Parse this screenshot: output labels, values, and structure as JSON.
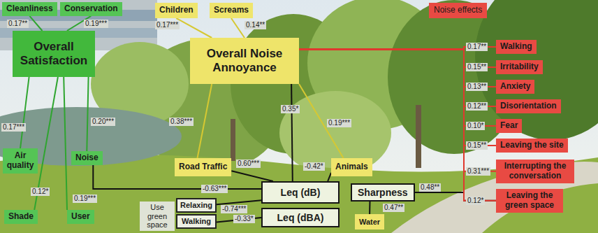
{
  "diagram": {
    "nodes": [
      {
        "text": [
          "Cleanliness"
        ]
      },
      {
        "text": [
          "Conservation"
        ]
      },
      {
        "text": [
          "Overall Satisfaction"
        ]
      },
      {
        "text": [
          "Air quality"
        ]
      },
      {
        "text": [
          "Noise"
        ]
      },
      {
        "text": [
          "Shade"
        ]
      },
      {
        "text": [
          "User"
        ]
      },
      {
        "text": [
          "Children"
        ]
      },
      {
        "text": [
          "Screams"
        ]
      },
      {
        "text": [
          "Overall Noise Annoyance"
        ]
      },
      {
        "text": [
          "Road Traffic"
        ]
      },
      {
        "text": [
          "Animals"
        ]
      },
      {
        "text": [
          "Leq (dB)"
        ]
      },
      {
        "text": [
          "Leq (dBA)"
        ]
      },
      {
        "text": [
          "Sharpness"
        ]
      },
      {
        "text": [
          "Water"
        ]
      },
      {
        "text": [
          "Use green space"
        ]
      },
      {
        "text": [
          "Relaxing"
        ]
      },
      {
        "text": [
          "Walking"
        ]
      },
      {
        "text": [
          "Noise effects"
        ]
      },
      {
        "text": [
          "Walking"
        ]
      },
      {
        "text": [
          "Irritability"
        ]
      },
      {
        "text": [
          "Anxiety"
        ]
      },
      {
        "text": [
          "Disorientation"
        ]
      },
      {
        "text": [
          "Fear"
        ]
      },
      {
        "text": [
          "Leaving the site"
        ]
      },
      {
        "text": [
          "Interrupting the conversation"
        ]
      },
      {
        "text": [
          "Leaving the green space"
        ]
      }
    ],
    "edges": [
      {
        "from": 0,
        "to": 2,
        "label": "0.17**",
        "arrow": "none"
      },
      {
        "from": 1,
        "to": 2,
        "label": "0.19***",
        "arrow": "none"
      },
      {
        "from": 3,
        "to": 2,
        "label": "0.17***",
        "arrow": "none"
      },
      {
        "from": 4,
        "to": 2,
        "label": "0.20***",
        "arrow": "none"
      },
      {
        "from": 5,
        "to": 2,
        "label": "0.12*",
        "arrow": "none"
      },
      {
        "from": 6,
        "to": 2,
        "label": "0.19***",
        "arrow": "none"
      },
      {
        "from": 7,
        "to": 9,
        "label": "0.17***",
        "arrow": "none"
      },
      {
        "from": 8,
        "to": 9,
        "label": "0.14**",
        "arrow": "none"
      },
      {
        "from": 9,
        "to": 10,
        "label": "0.38***",
        "arrow": "none"
      },
      {
        "from": 9,
        "to": 12,
        "label": "0.35*",
        "arrow": "none"
      },
      {
        "from": 9,
        "to": 11,
        "label": "0.19***",
        "arrow": "none"
      },
      {
        "from": 10,
        "to": 12,
        "label": "0.60***",
        "arrow": "none"
      },
      {
        "from": 11,
        "to": 12,
        "label": "-0.42*",
        "arrow": "none"
      },
      {
        "from": 4,
        "to": 12,
        "label": "-0.63***",
        "arrow": "none"
      },
      {
        "from": 17,
        "to": 12,
        "label": "-0.74***",
        "arrow": "none"
      },
      {
        "from": 18,
        "to": 13,
        "label": "-0.33*",
        "arrow": "none"
      },
      {
        "from": 14,
        "to": 15,
        "label": "0.47**",
        "arrow": "none"
      },
      {
        "from": 14,
        "to": 27,
        "label": "0.48**",
        "arrow": "none"
      },
      {
        "from": 9,
        "to": 20,
        "label": "0.17**",
        "arrow": "none"
      },
      {
        "from": 9,
        "to": 21,
        "label": "0.15**",
        "arrow": "none"
      },
      {
        "from": 9,
        "to": 22,
        "label": "0.13**",
        "arrow": "none"
      },
      {
        "from": 9,
        "to": 23,
        "label": "0.12**",
        "arrow": "none"
      },
      {
        "from": 9,
        "to": 24,
        "label": "0.10*",
        "arrow": "none"
      },
      {
        "from": 9,
        "to": 25,
        "label": "0.15**",
        "arrow": "none"
      },
      {
        "from": 9,
        "to": 26,
        "label": "0.31***",
        "arrow": "none"
      },
      {
        "from": 9,
        "to": 27,
        "label": "0.12*",
        "arrow": "none"
      }
    ]
  }
}
